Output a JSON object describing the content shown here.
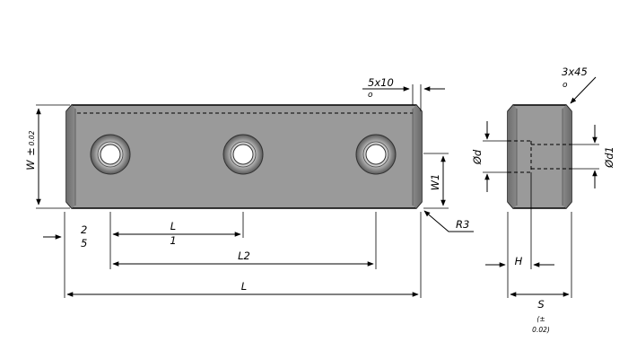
{
  "diagram": {
    "front_view": {
      "width_label": "W",
      "width_pm": "±",
      "width_tol": "0.02",
      "chamfer_label": "5x10",
      "chamfer_sub": "o",
      "edge_label_top": "2",
      "edge_label_bottom": "5",
      "l1_label_top": "L",
      "l1_label_bottom": "1",
      "l2_label": "L2",
      "l_label": "L",
      "w1_label": "W1",
      "radius_label": "R3"
    },
    "side_view": {
      "chamfer_label": "3x45",
      "chamfer_sub": "o",
      "d_label": "Ød",
      "d1_label": "Ød1",
      "h_label": "H",
      "s_label": "S",
      "s_tol_open": "(±",
      "s_tol_value": "0.02)"
    },
    "colors": {
      "body_fill": "#9a9a9a",
      "body_dark": "#6e6e6e",
      "line": "#000000",
      "hole_ring": "#6a6a6a"
    }
  }
}
